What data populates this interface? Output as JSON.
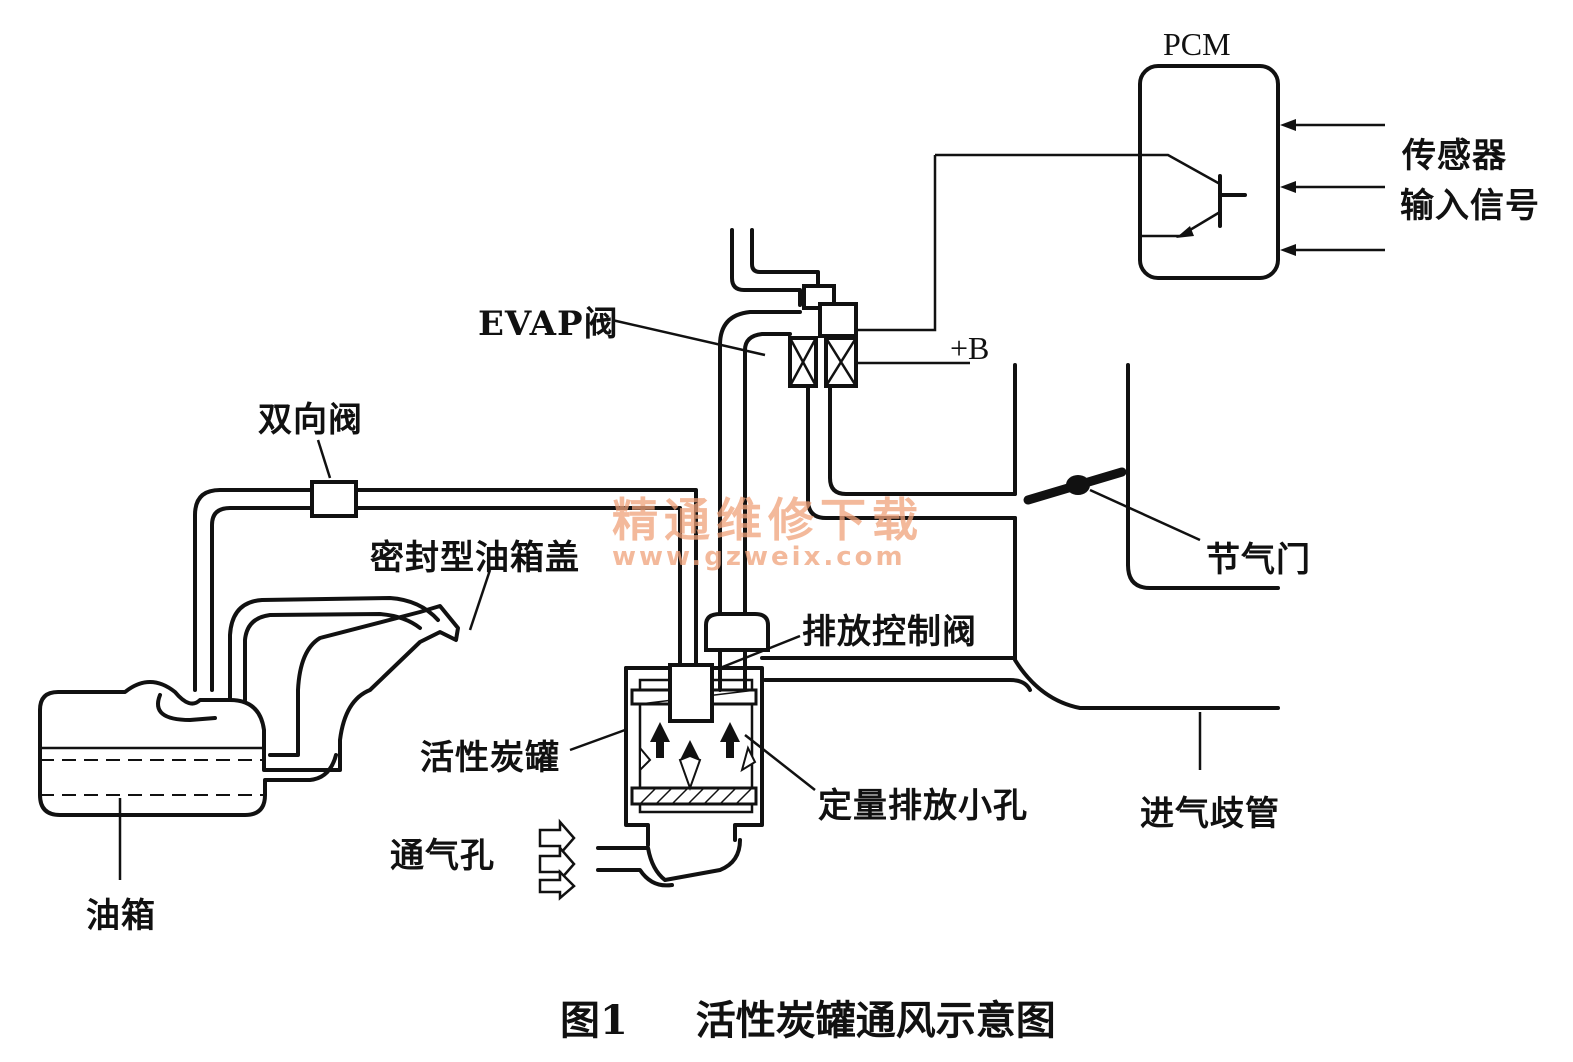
{
  "labels": {
    "pcm": "PCM",
    "sensor_line1": "传感器",
    "sensor_line2": "输入信号",
    "evap_valve": "EVAP阀",
    "plus_b": "+B",
    "two_way_valve": "双向阀",
    "sealed_fuel_cap": "密封型油箱盖",
    "throttle": "节气门",
    "purge_control_valve": "排放控制阀",
    "charcoal_canister": "活性炭罐",
    "metered_orifice": "定量排放小孔",
    "intake_manifold": "进气歧管",
    "vent": "通气孔",
    "fuel_tank": "油箱"
  },
  "watermark": {
    "line1": "精通维修下载",
    "line2": "www.gzweix.com"
  },
  "caption": {
    "number": "图1",
    "title": "活性炭罐通风示意图"
  },
  "icons": {
    "solenoid": "solenoid-coil-icon",
    "transistor": "transistor-icon",
    "throttle_plate": "throttle-plate-icon",
    "vent_arrows": "vent-arrow-icon"
  }
}
